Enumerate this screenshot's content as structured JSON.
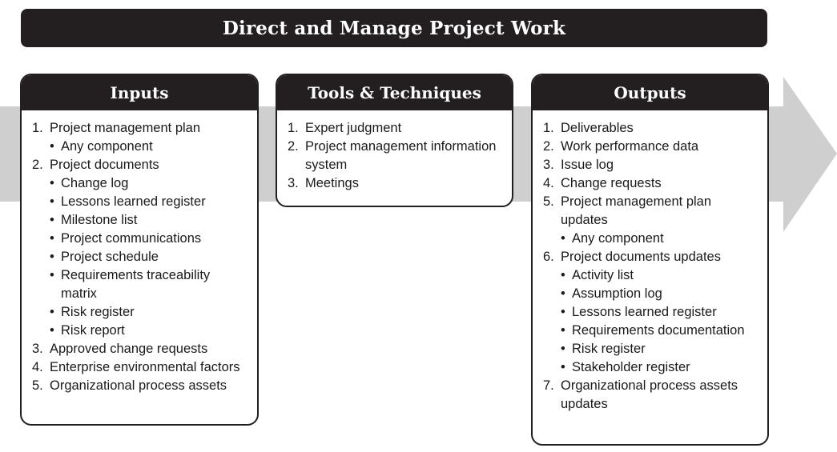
{
  "title": "Direct and Manage Project Work",
  "colors": {
    "dark": "#231f20",
    "arrow": "#cfcfcf",
    "text": "#1a1a1a"
  },
  "inputs": {
    "header": "Inputs",
    "items": [
      {
        "num": "1.",
        "text": "Project management plan",
        "subs": [
          "Any component"
        ]
      },
      {
        "num": "2.",
        "text": "Project documents",
        "subs": [
          "Change log",
          "Lessons learned register",
          "Milestone list",
          "Project communications",
          "Project schedule",
          "Requirements traceability matrix",
          "Risk register",
          "Risk report"
        ]
      },
      {
        "num": "3.",
        "text": "Approved change requests",
        "subs": []
      },
      {
        "num": "4.",
        "text": "Enterprise environmental factors",
        "subs": []
      },
      {
        "num": "5.",
        "text": "Organizational process assets",
        "subs": []
      }
    ]
  },
  "tools": {
    "header": "Tools & Techniques",
    "items": [
      {
        "num": "1.",
        "text": "Expert judgment",
        "subs": []
      },
      {
        "num": "2.",
        "text": "Project management information system",
        "subs": []
      },
      {
        "num": "3.",
        "text": "Meetings",
        "subs": []
      }
    ]
  },
  "outputs": {
    "header": "Outputs",
    "items": [
      {
        "num": "1.",
        "text": "Deliverables",
        "subs": []
      },
      {
        "num": "2.",
        "text": "Work performance data",
        "subs": []
      },
      {
        "num": "3.",
        "text": "Issue log",
        "subs": []
      },
      {
        "num": "4.",
        "text": "Change requests",
        "subs": []
      },
      {
        "num": "5.",
        "text": "Project management plan updates",
        "subs": [
          "Any component"
        ]
      },
      {
        "num": "6.",
        "text": "Project documents updates",
        "subs": [
          "Activity list",
          "Assumption log",
          "Lessons learned register",
          "Requirements documentation",
          "Risk register",
          "Stakeholder register"
        ]
      },
      {
        "num": "7.",
        "text": "Organizational process assets updates",
        "subs": []
      }
    ]
  }
}
